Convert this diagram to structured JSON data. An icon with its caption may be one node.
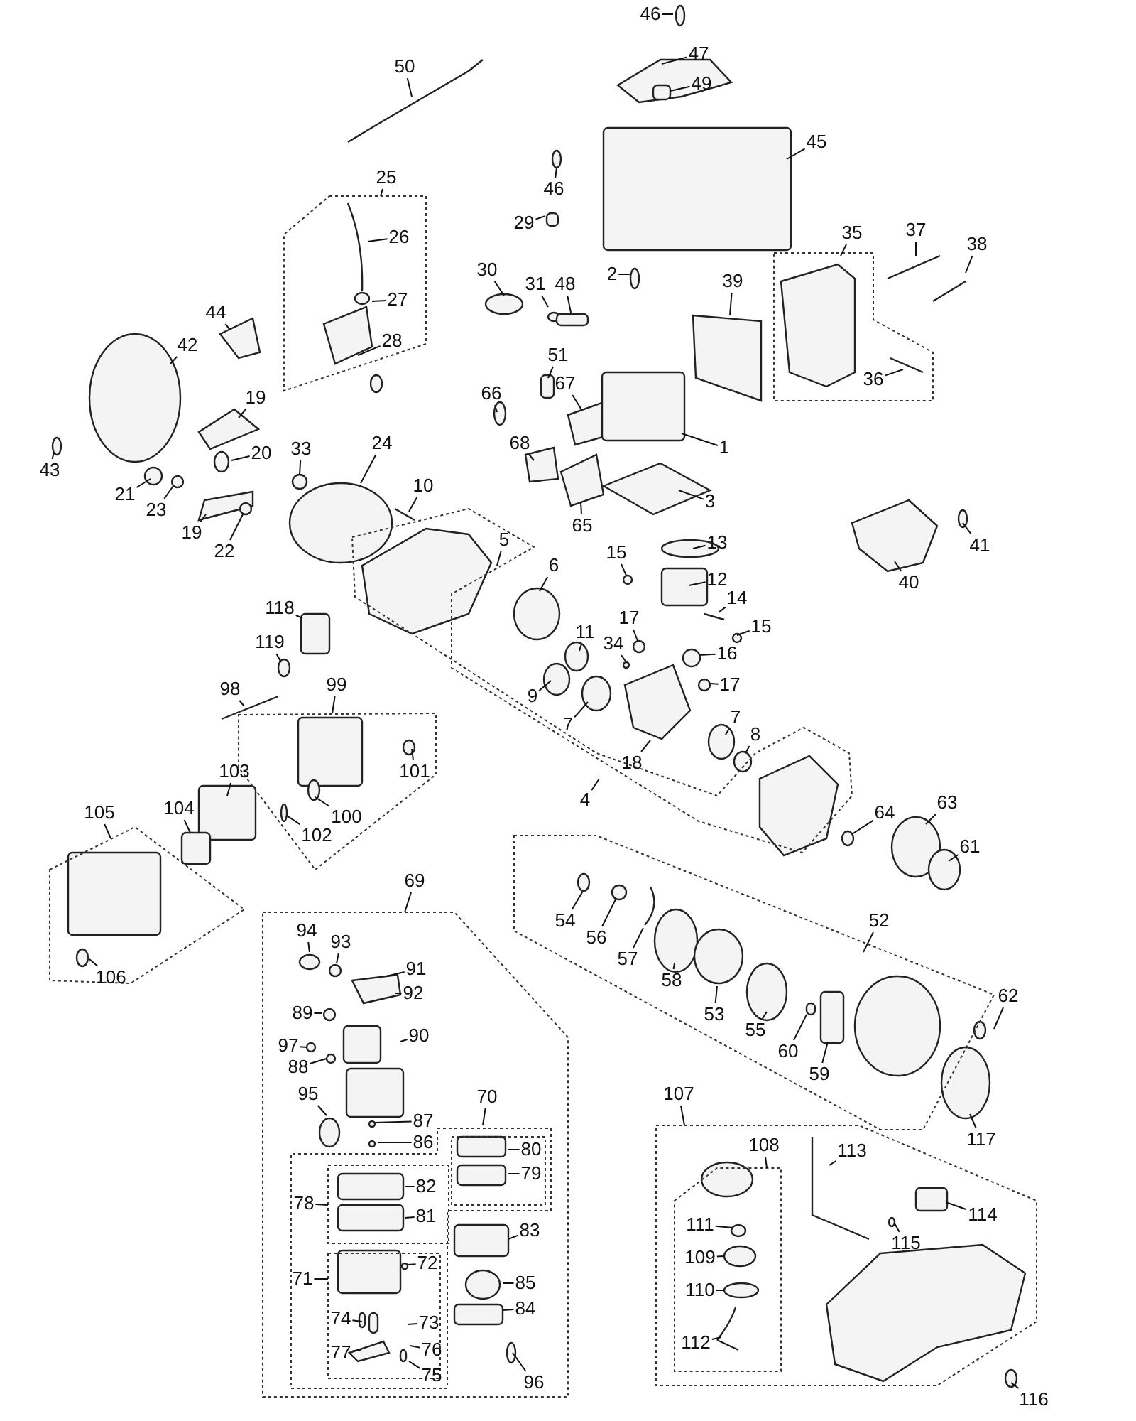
{
  "diagram": {
    "nodes": [
      {
        "text": [
          "46"
        ]
      },
      {
        "text": [
          "47"
        ]
      },
      {
        "text": [
          "49"
        ]
      },
      {
        "text": [
          "50"
        ]
      },
      {
        "text": [
          "45"
        ]
      },
      {
        "text": [
          "46"
        ]
      },
      {
        "text": [
          "29"
        ]
      },
      {
        "text": [
          "25"
        ]
      },
      {
        "text": [
          "26"
        ]
      },
      {
        "text": [
          "27"
        ]
      },
      {
        "text": [
          "28"
        ]
      },
      {
        "text": [
          "30"
        ]
      },
      {
        "text": [
          "31"
        ]
      },
      {
        "text": [
          "48"
        ]
      },
      {
        "text": [
          "2"
        ]
      },
      {
        "text": [
          "39"
        ]
      },
      {
        "text": [
          "35"
        ]
      },
      {
        "text": [
          "37"
        ]
      },
      {
        "text": [
          "38"
        ]
      },
      {
        "text": [
          "36"
        ]
      },
      {
        "text": [
          "44"
        ]
      },
      {
        "text": [
          "42"
        ]
      },
      {
        "text": [
          "43"
        ]
      },
      {
        "text": [
          "19"
        ]
      },
      {
        "text": [
          "20"
        ]
      },
      {
        "text": [
          "21"
        ]
      },
      {
        "text": [
          "23"
        ]
      },
      {
        "text": [
          "33"
        ]
      },
      {
        "text": [
          "19"
        ]
      },
      {
        "text": [
          "22"
        ]
      },
      {
        "text": [
          "24"
        ]
      },
      {
        "text": [
          "10"
        ]
      },
      {
        "text": [
          "51"
        ]
      },
      {
        "text": [
          "66"
        ]
      },
      {
        "text": [
          "67"
        ]
      },
      {
        "text": [
          "68"
        ]
      },
      {
        "text": [
          "65"
        ]
      },
      {
        "text": [
          "1"
        ]
      },
      {
        "text": [
          "3"
        ]
      },
      {
        "text": [
          "13"
        ]
      },
      {
        "text": [
          "15"
        ]
      },
      {
        "text": [
          "12"
        ]
      },
      {
        "text": [
          "14"
        ]
      },
      {
        "text": [
          "15"
        ]
      },
      {
        "text": [
          "5"
        ]
      },
      {
        "text": [
          "6"
        ]
      },
      {
        "text": [
          "17"
        ]
      },
      {
        "text": [
          "34"
        ]
      },
      {
        "text": [
          "11"
        ]
      },
      {
        "text": [
          "16"
        ]
      },
      {
        "text": [
          "17"
        ]
      },
      {
        "text": [
          "9"
        ]
      },
      {
        "text": [
          "7"
        ]
      },
      {
        "text": [
          "18"
        ]
      },
      {
        "text": [
          "7"
        ]
      },
      {
        "text": [
          "8"
        ]
      },
      {
        "text": [
          "4"
        ]
      },
      {
        "text": [
          "118"
        ]
      },
      {
        "text": [
          "119"
        ]
      },
      {
        "text": [
          "98"
        ]
      },
      {
        "text": [
          "99"
        ]
      },
      {
        "text": [
          "101"
        ]
      },
      {
        "text": [
          "100"
        ]
      },
      {
        "text": [
          "102"
        ]
      },
      {
        "text": [
          "103"
        ]
      },
      {
        "text": [
          "104"
        ]
      },
      {
        "text": [
          "105"
        ]
      },
      {
        "text": [
          "106"
        ]
      },
      {
        "text": [
          "64"
        ]
      },
      {
        "text": [
          "63"
        ]
      },
      {
        "text": [
          "61"
        ]
      },
      {
        "text": [
          "52"
        ]
      },
      {
        "text": [
          "54"
        ]
      },
      {
        "text": [
          "56"
        ]
      },
      {
        "text": [
          "57"
        ]
      },
      {
        "text": [
          "58"
        ]
      },
      {
        "text": [
          "53"
        ]
      },
      {
        "text": [
          "55"
        ]
      },
      {
        "text": [
          "60"
        ]
      },
      {
        "text": [
          "59"
        ]
      },
      {
        "text": [
          "62"
        ]
      },
      {
        "text": [
          "117"
        ]
      },
      {
        "text": [
          "69"
        ]
      },
      {
        "text": [
          "94"
        ]
      },
      {
        "text": [
          "93"
        ]
      },
      {
        "text": [
          "91"
        ]
      },
      {
        "text": [
          "92"
        ]
      },
      {
        "text": [
          "89"
        ]
      },
      {
        "text": [
          "97"
        ]
      },
      {
        "text": [
          "90"
        ]
      },
      {
        "text": [
          "88"
        ]
      },
      {
        "text": [
          "95"
        ]
      },
      {
        "text": [
          "87"
        ]
      },
      {
        "text": [
          "86"
        ]
      },
      {
        "text": [
          "70"
        ]
      },
      {
        "text": [
          "80"
        ]
      },
      {
        "text": [
          "79"
        ]
      },
      {
        "text": [
          "82"
        ]
      },
      {
        "text": [
          "78"
        ]
      },
      {
        "text": [
          "81"
        ]
      },
      {
        "text": [
          "83"
        ]
      },
      {
        "text": [
          "72"
        ]
      },
      {
        "text": [
          "71"
        ]
      },
      {
        "text": [
          "85"
        ]
      },
      {
        "text": [
          "84"
        ]
      },
      {
        "text": [
          "74"
        ]
      },
      {
        "text": [
          "73"
        ]
      },
      {
        "text": [
          "77"
        ]
      },
      {
        "text": [
          "76"
        ]
      },
      {
        "text": [
          "75"
        ]
      },
      {
        "text": [
          "96"
        ]
      },
      {
        "text": [
          "107"
        ]
      },
      {
        "text": [
          "108"
        ]
      },
      {
        "text": [
          "113"
        ]
      },
      {
        "text": [
          "114"
        ]
      },
      {
        "text": [
          "115"
        ]
      },
      {
        "text": [
          "111"
        ]
      },
      {
        "text": [
          "109"
        ]
      },
      {
        "text": [
          "110"
        ]
      },
      {
        "text": [
          "112"
        ]
      },
      {
        "text": [
          "116"
        ]
      },
      {
        "text": [
          "41"
        ]
      },
      {
        "text": [
          "40"
        ]
      }
    ],
    "edges": [
      {
        "from": 0,
        "to": null,
        "arrow": "none"
      },
      {
        "from": 1,
        "to": null,
        "arrow": "none"
      },
      {
        "from": 2,
        "to": null,
        "arrow": "none"
      },
      {
        "from": 3,
        "to": null,
        "arrow": "none"
      },
      {
        "from": 4,
        "to": null,
        "arrow": "none"
      },
      {
        "from": 5,
        "to": null,
        "arrow": "none"
      },
      {
        "from": 6,
        "to": null,
        "arrow": "none"
      },
      {
        "from": 7,
        "to": null,
        "arrow": "none"
      },
      {
        "from": 8,
        "to": null,
        "arrow": "none"
      },
      {
        "from": 9,
        "to": null,
        "arrow": "none"
      },
      {
        "from": 10,
        "to": null,
        "arrow": "none"
      },
      {
        "from": 11,
        "to": null,
        "arrow": "none"
      },
      {
        "from": 12,
        "to": null,
        "arrow": "none"
      },
      {
        "from": 13,
        "to": null,
        "arrow": "none"
      },
      {
        "from": 14,
        "to": null,
        "arrow": "none"
      },
      {
        "from": 15,
        "to": null,
        "arrow": "none"
      },
      {
        "from": 16,
        "to": null,
        "arrow": "none"
      },
      {
        "from": 17,
        "to": null,
        "arrow": "none"
      },
      {
        "from": 18,
        "to": null,
        "arrow": "none"
      },
      {
        "from": 19,
        "to": null,
        "arrow": "none"
      },
      {
        "from": 20,
        "to": null,
        "arrow": "none"
      },
      {
        "from": 21,
        "to": null,
        "arrow": "none"
      },
      {
        "from": 22,
        "to": null,
        "arrow": "none"
      },
      {
        "from": 23,
        "to": null,
        "arrow": "none"
      },
      {
        "from": 24,
        "to": null,
        "arrow": "none"
      },
      {
        "from": 25,
        "to": null,
        "arrow": "none"
      },
      {
        "from": 26,
        "to": null,
        "arrow": "none"
      },
      {
        "from": 27,
        "to": null,
        "arrow": "none"
      },
      {
        "from": 28,
        "to": null,
        "arrow": "none"
      },
      {
        "from": 29,
        "to": null,
        "arrow": "none"
      },
      {
        "from": 30,
        "to": null,
        "arrow": "none"
      },
      {
        "from": 31,
        "to": null,
        "arrow": "none"
      },
      {
        "from": 32,
        "to": null,
        "arrow": "none"
      },
      {
        "from": 33,
        "to": null,
        "arrow": "none"
      },
      {
        "from": 34,
        "to": null,
        "arrow": "none"
      },
      {
        "from": 35,
        "to": null,
        "arrow": "none"
      },
      {
        "from": 36,
        "to": null,
        "arrow": "none"
      },
      {
        "from": 37,
        "to": null,
        "arrow": "none"
      },
      {
        "from": 38,
        "to": null,
        "arrow": "none"
      },
      {
        "from": 39,
        "to": null,
        "arrow": "none"
      },
      {
        "from": 40,
        "to": null,
        "arrow": "none"
      },
      {
        "from": 41,
        "to": null,
        "arrow": "none"
      },
      {
        "from": 42,
        "to": null,
        "arrow": "none"
      },
      {
        "from": 43,
        "to": null,
        "arrow": "none"
      },
      {
        "from": 44,
        "to": null,
        "arrow": "none"
      },
      {
        "from": 45,
        "to": null,
        "arrow": "none"
      },
      {
        "from": 46,
        "to": null,
        "arrow": "none"
      },
      {
        "from": 47,
        "to": null,
        "arrow": "none"
      },
      {
        "from": 48,
        "to": null,
        "arrow": "none"
      },
      {
        "from": 49,
        "to": null,
        "arrow": "none"
      },
      {
        "from": 50,
        "to": null,
        "arrow": "none"
      },
      {
        "from": 51,
        "to": null,
        "arrow": "none"
      },
      {
        "from": 52,
        "to": null,
        "arrow": "none"
      },
      {
        "from": 53,
        "to": null,
        "arrow": "none"
      },
      {
        "from": 54,
        "to": null,
        "arrow": "none"
      },
      {
        "from": 55,
        "to": null,
        "arrow": "none"
      },
      {
        "from": 56,
        "to": null,
        "arrow": "none"
      },
      {
        "from": 57,
        "to": null,
        "arrow": "none"
      },
      {
        "from": 58,
        "to": null,
        "arrow": "none"
      },
      {
        "from": 59,
        "to": null,
        "arrow": "none"
      },
      {
        "from": 60,
        "to": null,
        "arrow": "none"
      },
      {
        "from": 61,
        "to": null,
        "arrow": "none"
      },
      {
        "from": 62,
        "to": null,
        "arrow": "none"
      },
      {
        "from": 63,
        "to": null,
        "arrow": "none"
      },
      {
        "from": 64,
        "to": null,
        "arrow": "none"
      },
      {
        "from": 65,
        "to": null,
        "arrow": "none"
      },
      {
        "from": 66,
        "to": null,
        "arrow": "none"
      },
      {
        "from": 67,
        "to": null,
        "arrow": "none"
      },
      {
        "from": 68,
        "to": null,
        "arrow": "none"
      },
      {
        "from": 69,
        "to": null,
        "arrow": "none"
      },
      {
        "from": 70,
        "to": null,
        "arrow": "none"
      },
      {
        "from": 71,
        "to": null,
        "arrow": "none"
      },
      {
        "from": 72,
        "to": null,
        "arrow": "none"
      },
      {
        "from": 73,
        "to": null,
        "arrow": "none"
      },
      {
        "from": 74,
        "to": null,
        "arrow": "none"
      },
      {
        "from": 75,
        "to": null,
        "arrow": "none"
      },
      {
        "from": 76,
        "to": null,
        "arrow": "none"
      },
      {
        "from": 77,
        "to": null,
        "arrow": "none"
      },
      {
        "from": 78,
        "to": null,
        "arrow": "none"
      },
      {
        "from": 79,
        "to": null,
        "arrow": "none"
      },
      {
        "from": 80,
        "to": null,
        "arrow": "none"
      },
      {
        "from": 81,
        "to": null,
        "arrow": "none"
      },
      {
        "from": 82,
        "to": null,
        "arrow": "none"
      },
      {
        "from": 83,
        "to": null,
        "arrow": "none"
      },
      {
        "from": 84,
        "to": null,
        "arrow": "none"
      },
      {
        "from": 85,
        "to": null,
        "arrow": "none"
      },
      {
        "from": 86,
        "to": null,
        "arrow": "none"
      },
      {
        "from": 87,
        "to": null,
        "arrow": "none"
      },
      {
        "from": 88,
        "to": null,
        "arrow": "none"
      },
      {
        "from": 89,
        "to": null,
        "arrow": "none"
      },
      {
        "from": 90,
        "to": null,
        "arrow": "none"
      },
      {
        "from": 91,
        "to": null,
        "arrow": "none"
      },
      {
        "from": 92,
        "to": null,
        "arrow": "none"
      },
      {
        "from": 93,
        "to": null,
        "arrow": "none"
      },
      {
        "from": 94,
        "to": null,
        "arrow": "none"
      },
      {
        "from": 95,
        "to": null,
        "arrow": "none"
      },
      {
        "from": 96,
        "to": null,
        "arrow": "none"
      },
      {
        "from": 97,
        "to": null,
        "arrow": "none"
      },
      {
        "from": 98,
        "to": null,
        "arrow": "none"
      },
      {
        "from": 99,
        "to": null,
        "arrow": "none"
      },
      {
        "from": 100,
        "to": null,
        "arrow": "none"
      },
      {
        "from": 101,
        "to": null,
        "arrow": "none"
      },
      {
        "from": 102,
        "to": null,
        "arrow": "none"
      },
      {
        "from": 103,
        "to": null,
        "arrow": "none"
      },
      {
        "from": 104,
        "to": null,
        "arrow": "none"
      },
      {
        "from": 105,
        "to": null,
        "arrow": "none"
      },
      {
        "from": 106,
        "to": null,
        "arrow": "none"
      },
      {
        "from": 107,
        "to": null,
        "arrow": "none"
      },
      {
        "from": 108,
        "to": null,
        "arrow": "none"
      },
      {
        "from": 109,
        "to": null,
        "arrow": "none"
      },
      {
        "from": 110,
        "to": null,
        "arrow": "none"
      },
      {
        "from": 111,
        "to": null,
        "arrow": "none"
      },
      {
        "from": 112,
        "to": null,
        "arrow": "none"
      },
      {
        "from": 113,
        "to": null,
        "arrow": "none"
      },
      {
        "from": 114,
        "to": null,
        "arrow": "none"
      },
      {
        "from": 115,
        "to": null,
        "arrow": "none"
      },
      {
        "from": 116,
        "to": null,
        "arrow": "none"
      },
      {
        "from": 117,
        "to": null,
        "arrow": "none"
      },
      {
        "from": 118,
        "to": null,
        "arrow": "none"
      },
      {
        "from": 119,
        "to": null,
        "arrow": "none"
      },
      {
        "from": 120,
        "to": null,
        "arrow": "none"
      },
      {
        "from": 121,
        "to": null,
        "arrow": "none"
      },
      {
        "from": 122,
        "to": null,
        "arrow": "none"
      }
    ]
  }
}
